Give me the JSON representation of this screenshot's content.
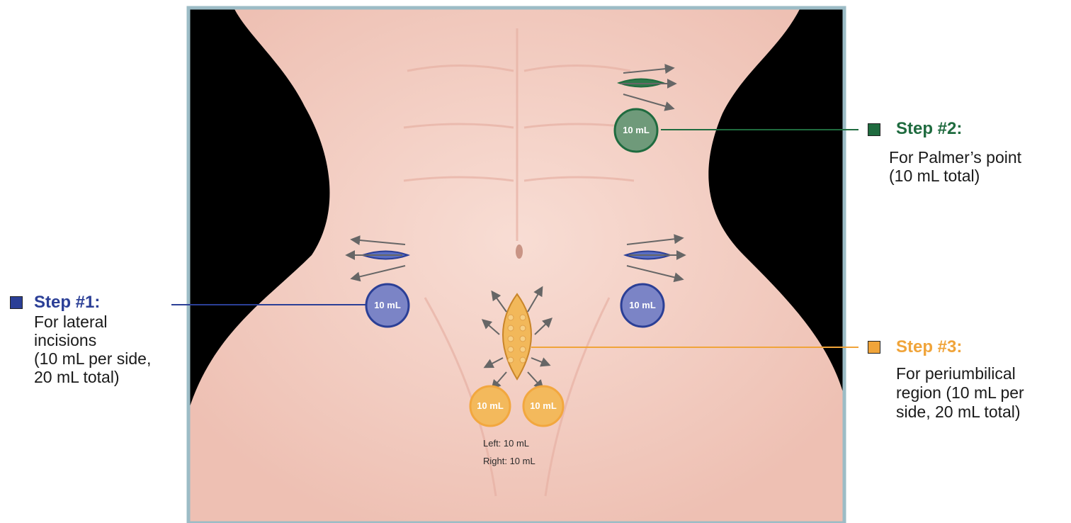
{
  "colors": {
    "step1": "#2b3f96",
    "step2": "#1f6b3f",
    "step3": "#f0a43a",
    "frame_border": "#9cbcc6",
    "skin": "#f4cfc4",
    "background_dark": "#000000"
  },
  "steps": [
    {
      "title": "Step #1:",
      "lines": [
        "For lateral",
        "incisions",
        "(10 mL per side,",
        "20 mL total)"
      ]
    },
    {
      "title": "Step #2:",
      "lines": [
        "For Palmer’s point",
        "(10 mL total)"
      ]
    },
    {
      "title": "Step #3:",
      "lines": [
        "For periumbilical",
        "region (10 mL per",
        "side, 20 mL total)"
      ]
    }
  ],
  "injection_sites": [
    {
      "label": "10 mL",
      "step": 2
    },
    {
      "label": "10 mL",
      "step": 1
    },
    {
      "label": "10 mL",
      "step": 1
    },
    {
      "label": "10 mL",
      "step": 3
    },
    {
      "label": "10 mL",
      "step": 3
    }
  ],
  "dose_notes": [
    "Left: 10 mL",
    "Right: 10 mL"
  ]
}
